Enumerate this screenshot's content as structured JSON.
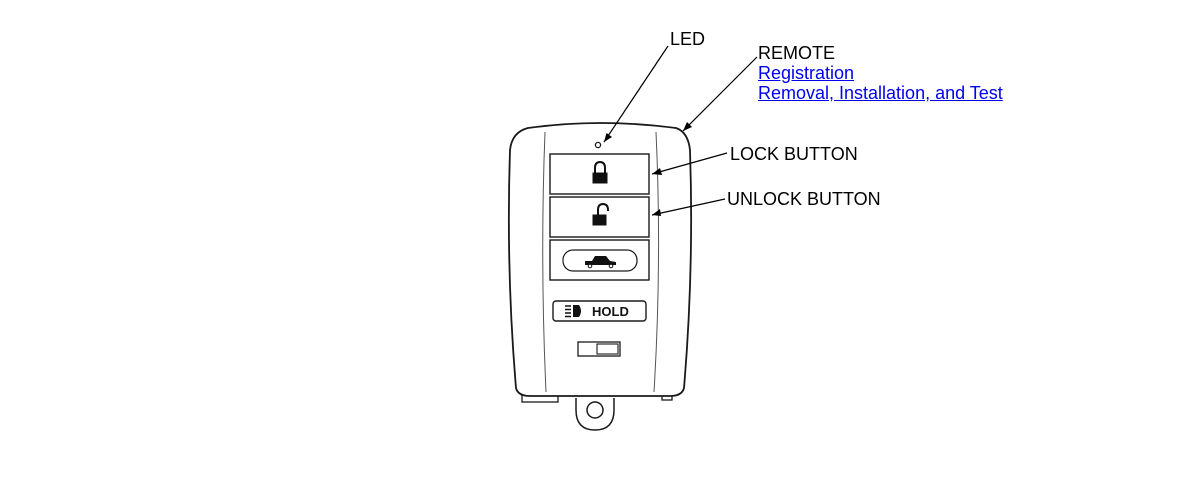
{
  "labels": {
    "led": "LED",
    "remote": "REMOTE",
    "lock_button": "LOCK BUTTON",
    "unlock_button": "UNLOCK BUTTON"
  },
  "links": {
    "registration": "Registration",
    "removal": "Removal, Installation, and Test"
  },
  "fob": {
    "hold_label": "HOLD"
  },
  "icons": [
    "lock-closed-icon",
    "lock-open-icon",
    "car-trunk-icon",
    "light-icon"
  ],
  "colors": {
    "link": "#0000ee",
    "outline": "#1a1a1a",
    "background": "#ffffff"
  }
}
